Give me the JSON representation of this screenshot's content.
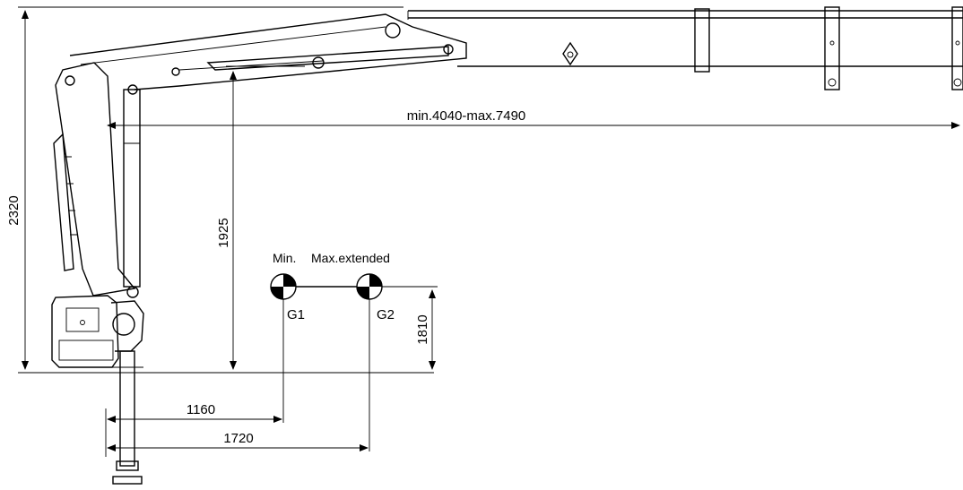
{
  "dimensions": {
    "height_total": "2320",
    "reach": "min.4040-max.7490",
    "height_pivot": "1925",
    "cog_height": "1810",
    "cog_min_distance": "1160",
    "cog_max_distance": "1720"
  },
  "cog": {
    "min_label": "Min.",
    "max_label": "Max.extended",
    "g1": "G1",
    "g2": "G2"
  }
}
